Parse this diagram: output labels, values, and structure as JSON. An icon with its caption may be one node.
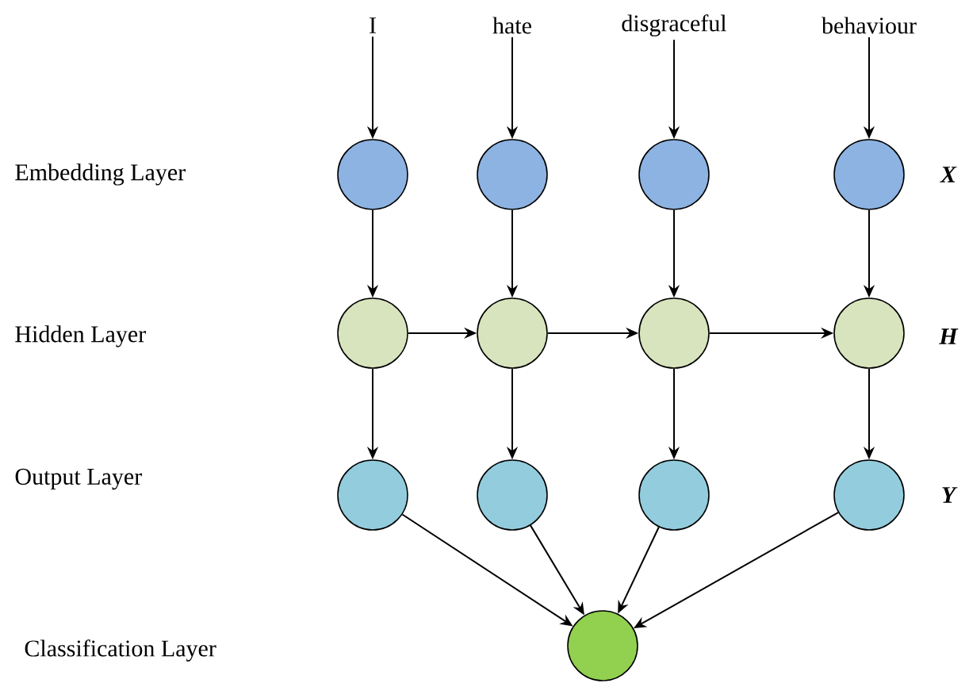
{
  "diagram": {
    "nodes": [
      {
        "text": [
          "I"
        ]
      },
      {
        "text": [
          "hate"
        ]
      },
      {
        "text": [
          "disgraceful"
        ]
      },
      {
        "text": [
          "behaviour"
        ]
      },
      {
        "text": [],
        "shape": "circle"
      },
      {
        "text": [],
        "shape": "circle"
      },
      {
        "text": [],
        "shape": "circle"
      },
      {
        "text": [],
        "shape": "circle"
      },
      {
        "text": [],
        "shape": "circle"
      },
      {
        "text": [],
        "shape": "circle"
      },
      {
        "text": [],
        "shape": "circle"
      },
      {
        "text": [],
        "shape": "circle"
      },
      {
        "text": [],
        "shape": "circle"
      },
      {
        "text": [],
        "shape": "circle"
      },
      {
        "text": [],
        "shape": "circle"
      },
      {
        "text": [],
        "shape": "circle"
      },
      {
        "text": [],
        "shape": "circle"
      }
    ],
    "edges": [
      {
        "from": 0,
        "to": 4,
        "arrow": "to"
      },
      {
        "from": 1,
        "to": 5,
        "arrow": "to"
      },
      {
        "from": 2,
        "to": 6,
        "arrow": "to"
      },
      {
        "from": 3,
        "to": 7,
        "arrow": "to"
      },
      {
        "from": 4,
        "to": 8,
        "arrow": "to"
      },
      {
        "from": 5,
        "to": 9,
        "arrow": "to"
      },
      {
        "from": 6,
        "to": 10,
        "arrow": "to"
      },
      {
        "from": 7,
        "to": 11,
        "arrow": "to"
      },
      {
        "from": 8,
        "to": 9,
        "arrow": "to"
      },
      {
        "from": 9,
        "to": 10,
        "arrow": "to"
      },
      {
        "from": 10,
        "to": 11,
        "arrow": "to"
      },
      {
        "from": 8,
        "to": 12,
        "arrow": "to"
      },
      {
        "from": 9,
        "to": 13,
        "arrow": "to"
      },
      {
        "from": 10,
        "to": 14,
        "arrow": "to"
      },
      {
        "from": 11,
        "to": 15,
        "arrow": "to"
      },
      {
        "from": 12,
        "to": 16,
        "arrow": "to"
      },
      {
        "from": 13,
        "to": 16,
        "arrow": "to"
      },
      {
        "from": 14,
        "to": 16,
        "arrow": "to"
      },
      {
        "from": 15,
        "to": 16,
        "arrow": "to"
      }
    ],
    "labels": [
      "Embedding Layer",
      "X",
      "Hidden Layer",
      "H",
      "Output Layer",
      "Y",
      "Classification Layer"
    ]
  }
}
